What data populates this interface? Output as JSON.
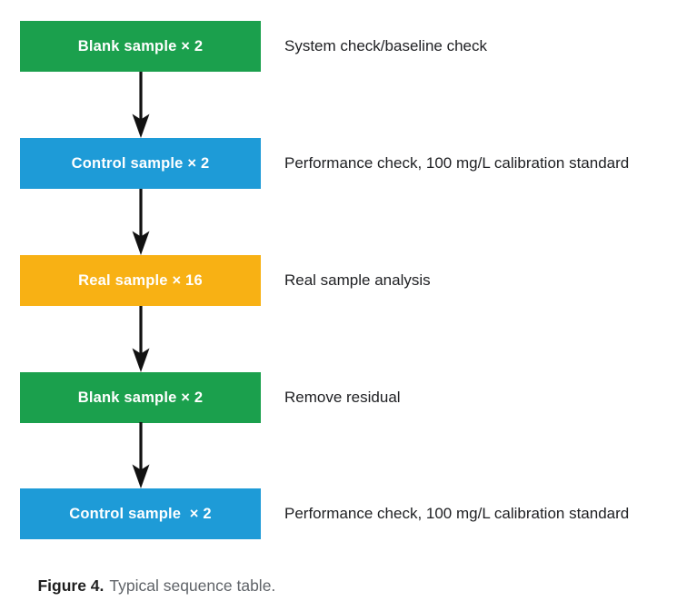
{
  "figure": {
    "steps": [
      {
        "label": "Blank sample × 2",
        "color": "#1BA04D",
        "annotation": "System check/baseline check"
      },
      {
        "label": "Control sample × 2",
        "color": "#1E9BD7",
        "annotation": "Performance check, 100 mg/L calibration standard"
      },
      {
        "label": "Real sample × 16",
        "color": "#F8B114",
        "annotation": "Real sample analysis"
      },
      {
        "label": "Blank sample × 2",
        "color": "#1BA04D",
        "annotation": "Remove residual"
      },
      {
        "label": "Control sample  × 2",
        "color": "#1E9BD7",
        "annotation": "Performance check, 100 mg/L calibration standard"
      }
    ],
    "caption": {
      "label": "Figure 4.",
      "text": "Typical sequence table."
    },
    "colors": {
      "green": "#1BA04D",
      "blue": "#1E9BD7",
      "amber": "#F8B114",
      "arrow": "#111111",
      "annotation_text": "#202124",
      "caption_bold": "#1F1F1F",
      "caption_gray": "#5F6368"
    }
  }
}
